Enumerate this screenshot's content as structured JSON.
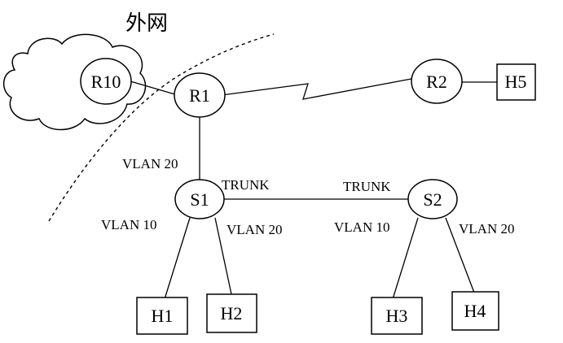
{
  "diagram": {
    "title": "外网",
    "routers": {
      "r10": "R10",
      "r1": "R1",
      "r2": "R2"
    },
    "switches": {
      "s1": "S1",
      "s2": "S2"
    },
    "hosts": {
      "h1": "H1",
      "h2": "H2",
      "h3": "H3",
      "h4": "H4",
      "h5": "H5"
    },
    "links": {
      "r1_s1": "VLAN 20",
      "s1_h1": "VLAN 10",
      "s1_h2": "VLAN 20",
      "s2_h3": "VLAN 10",
      "s2_h4": "VLAN 20",
      "trunk_s1": "TRUNK",
      "trunk_s2": "TRUNK"
    }
  }
}
